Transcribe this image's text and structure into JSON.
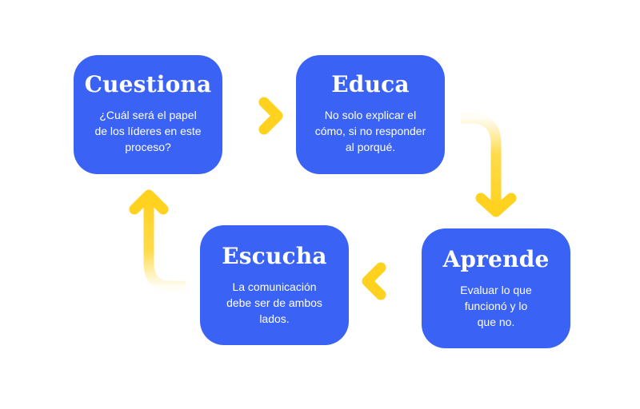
{
  "colors": {
    "card": "#3a63f5",
    "card_text": "#ffffff",
    "arrow": "#ffd21f",
    "background": "#ffffff"
  },
  "cards": [
    {
      "id": "cuestiona",
      "title": "Cuestiona",
      "body": "¿Cuál será el papel\nde los líderes en este\nproceso?"
    },
    {
      "id": "educa",
      "title": "Educa",
      "body": "No solo explicar el\ncómo, si no responder\nal porqué."
    },
    {
      "id": "aprende",
      "title": "Aprende",
      "body": "Evaluar lo que\nfuncionó y lo\nque no."
    },
    {
      "id": "escucha",
      "title": "Escucha",
      "body": "La comunicación\ndebe ser de ambos\nlados."
    }
  ]
}
